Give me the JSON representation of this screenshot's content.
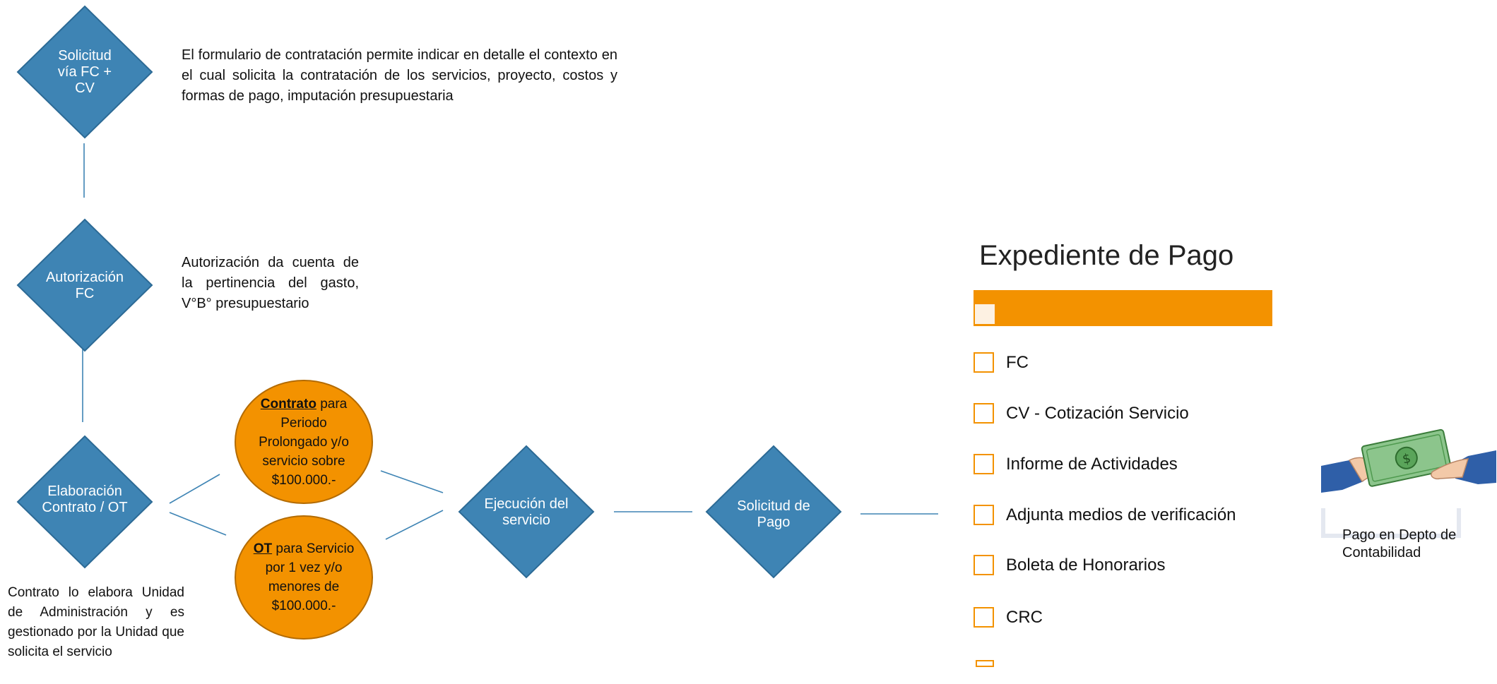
{
  "colors": {
    "diamond_fill": "#3e84b4",
    "diamond_stroke": "#2c6a95",
    "oval_fill": "#f39200",
    "oval_stroke": "#b36b00",
    "connector": "#3e84b4",
    "accent_orange": "#f39200"
  },
  "nodes": {
    "solicitud_fc": "Solicitud vía FC + CV",
    "autorizacion": "Autorización FC",
    "elaboracion": "Elaboración Contrato / OT",
    "ejecucion": "Ejecución del servicio",
    "solicitud_pago": "Solicitud de Pago"
  },
  "ovals": {
    "contrato": {
      "bold": "Contrato",
      "rest": " para Periodo Prolongado y/o servicio sobre $100.000.-"
    },
    "ot": {
      "bold": "OT",
      "rest": " para Servicio por 1 vez y/o menores de $100.000.-"
    }
  },
  "descriptions": {
    "formulario": "El formulario de contratación permite indicar en detalle el contexto en el cual solicita la contratación de los servicios, proyecto, costos y formas de pago, imputación presupuestaria",
    "autorizacion": "Autorización da cuenta de la pertinencia del gasto, V°B° presupuestario",
    "contrato_note": "Contrato lo elabora Unidad de Administración y es gestionado por la Unidad que solicita el servicio"
  },
  "expediente": {
    "title": "Expediente de Pago",
    "items": [
      "FC",
      "CV - Cotización Servicio",
      "Informe de Actividades",
      "Adjunta medios de verificación",
      "Boleta de Honorarios",
      "CRC"
    ]
  },
  "payment": {
    "caption": "Pago en Depto de Contabilidad",
    "image_icon": "cash-handover-icon"
  }
}
